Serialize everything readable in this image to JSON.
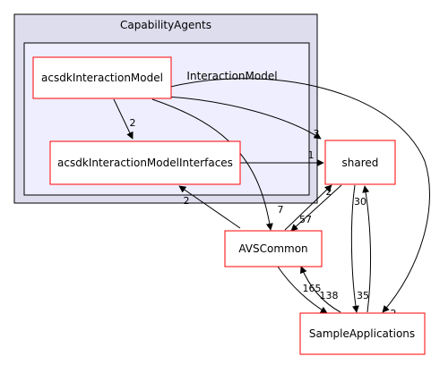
{
  "colors": {
    "outer_cluster_fill": "#ddddee",
    "inner_cluster_fill": "#eeeeff",
    "node_border": "#ff0000",
    "edge_black": "#000000",
    "edge_red": "#ff0000"
  },
  "clusters": {
    "outer": {
      "label": "CapabilityAgents"
    },
    "inner": {
      "label": "InteractionModel"
    }
  },
  "nodes": {
    "acsdk_interaction_model": {
      "label": "acsdkInteractionModel"
    },
    "acsdk_interaction_model_interfaces": {
      "label": "acsdkInteractionModelInterfaces"
    },
    "shared": {
      "label": "shared"
    },
    "avs_common": {
      "label": "AVSCommon"
    },
    "sample_applications": {
      "label": "SampleApplications"
    }
  },
  "edges": {
    "model_to_interfaces": {
      "from": "acsdkInteractionModel",
      "to": "acsdkInteractionModelInterfaces",
      "label": "2"
    },
    "model_to_shared": {
      "from": "acsdkInteractionModel",
      "to": "shared",
      "label": "3"
    },
    "model_to_avscommon": {
      "from": "acsdkInteractionModel",
      "to": "AVSCommon",
      "label": "7"
    },
    "model_to_sampleapps": {
      "from": "acsdkInteractionModel",
      "to": "SampleApplications",
      "label": "2"
    },
    "interfaces_to_shared": {
      "from": "acsdkInteractionModelInterfaces",
      "to": "shared",
      "label": "1"
    },
    "avscommon_to_interfaces": {
      "from": "AVSCommon",
      "to": "acsdkInteractionModelInterfaces",
      "label": "2"
    },
    "avscommon_to_shared": {
      "from": "AVSCommon",
      "to": "shared",
      "label": "2"
    },
    "shared_to_avscommon": {
      "from": "shared",
      "to": "AVSCommon",
      "label": "57"
    },
    "shared_to_sampleapps": {
      "from": "shared",
      "to": "SampleApplications",
      "label": "35"
    },
    "sampleapps_to_shared": {
      "from": "SampleApplications",
      "to": "shared",
      "label": "30"
    },
    "avscommon_to_sampleapps": {
      "from": "AVSCommon",
      "to": "SampleApplications",
      "label": "138"
    },
    "sampleapps_to_avscommon": {
      "from": "SampleApplications",
      "to": "AVSCommon",
      "label": "165"
    }
  }
}
